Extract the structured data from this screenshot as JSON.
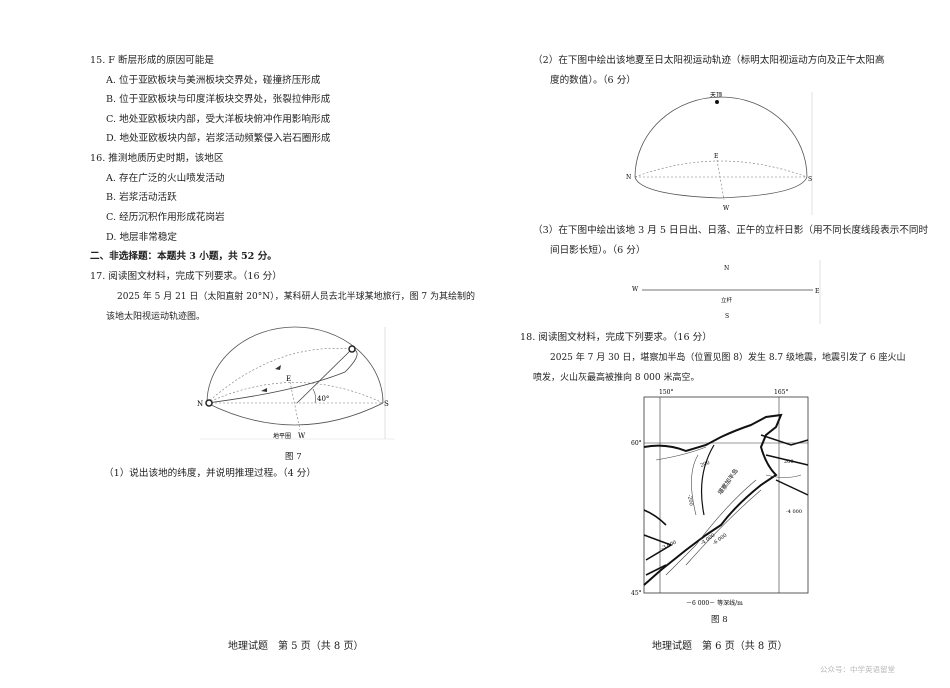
{
  "left_page": {
    "q15": {
      "stem": "15. F 断层形成的原因可能是",
      "options": [
        "A. 位于亚欧板块与美洲板块交界处，碰撞挤压形成",
        "B. 位于亚欧板块与印度洋板块交界处，张裂拉伸形成",
        "C. 地处亚欧板块内部，受大洋板块俯冲作用影响形成",
        "D. 地处亚欧板块内部，岩浆活动频繁侵入岩石圈形成"
      ]
    },
    "q16": {
      "stem": "16. 推测地质历史时期，该地区",
      "options": [
        "A. 存在广泛的火山喷发活动",
        "B. 岩浆活动活跃",
        "C. 经历沉积作用形成花岗岩",
        "D. 地层非常稳定"
      ]
    },
    "section2": "二、非选择题：本题共 3 小题，共 52 分。",
    "q17": {
      "stem": "17. 阅读图文材料，完成下列要求。（16 分）",
      "para_line1": "2025 年 5 月 21 日（太阳直射 20°N），某科研人员去北半球某地旅行，图 7 为其绘制的",
      "para_line2": "该地太阳视运动轨迹图。",
      "figure": {
        "labels": {
          "n": "N",
          "s": "S",
          "e": "E",
          "w": "W",
          "angle": "40°",
          "horizon": "地平圈"
        },
        "caption": "图 7"
      },
      "sub1": "（1）说出该地的纬度，并说明推理过程。（4 分）"
    },
    "footer": "地理试题　第 5 页（共 8 页）"
  },
  "right_page": {
    "sub2_line1": "（2）在下图中绘出该地夏至日太阳视运动轨迹（标明太阳视运动方向及正午太阳高",
    "sub2_line2": "度的数值）。（6 分）",
    "fig2_labels": {
      "zenith": "天顶",
      "n": "N",
      "s": "S",
      "e": "E",
      "w": "W"
    },
    "sub3_line1": "（3）在下图中绘出该地 3 月 5 日日出、日落、正午的立杆日影（用不同长度线段表示不同时",
    "sub3_line2": "间日影长短）。（6 分）",
    "fig3_labels": {
      "n": "N",
      "s": "S",
      "w": "W",
      "e": "E",
      "pole": "立杆"
    },
    "q18": {
      "stem": "18. 阅读图文材料，完成下列要求。（16 分）",
      "para_line1": "2025 年 7 月 30 日，堪察加半岛（位置见图 8）发生 8.7 级地震，地震引发了 6 座火山",
      "para_line2": "喷发，火山灰最高被推向 8 000 米高空。",
      "map": {
        "lon_labels": [
          "150°",
          "165°"
        ],
        "lat_labels": [
          "60°",
          "45°"
        ],
        "place": "堪察加半岛",
        "contours": [
          "200",
          "200",
          "-200",
          "-3 000",
          "-4 000",
          "-6 000",
          "-4 000"
        ],
        "legend": "－6 000－ 等深线/m",
        "caption": "图 8"
      }
    },
    "footer": "地理试题　第 6 页（共 8 页）"
  },
  "watermark": "公众号：中学英语留堂"
}
